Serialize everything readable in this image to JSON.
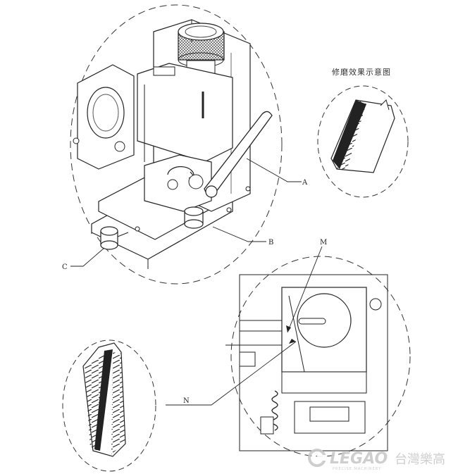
{
  "figure": {
    "title": "修磨效果示意图",
    "callouts": {
      "a": "A",
      "b": "B",
      "c": "C",
      "m": "M",
      "n": "N"
    }
  },
  "watermark": {
    "brand": "LEGAO",
    "cn_name": "台灣樂高",
    "tagline": "PRECISE MACHINERY"
  }
}
